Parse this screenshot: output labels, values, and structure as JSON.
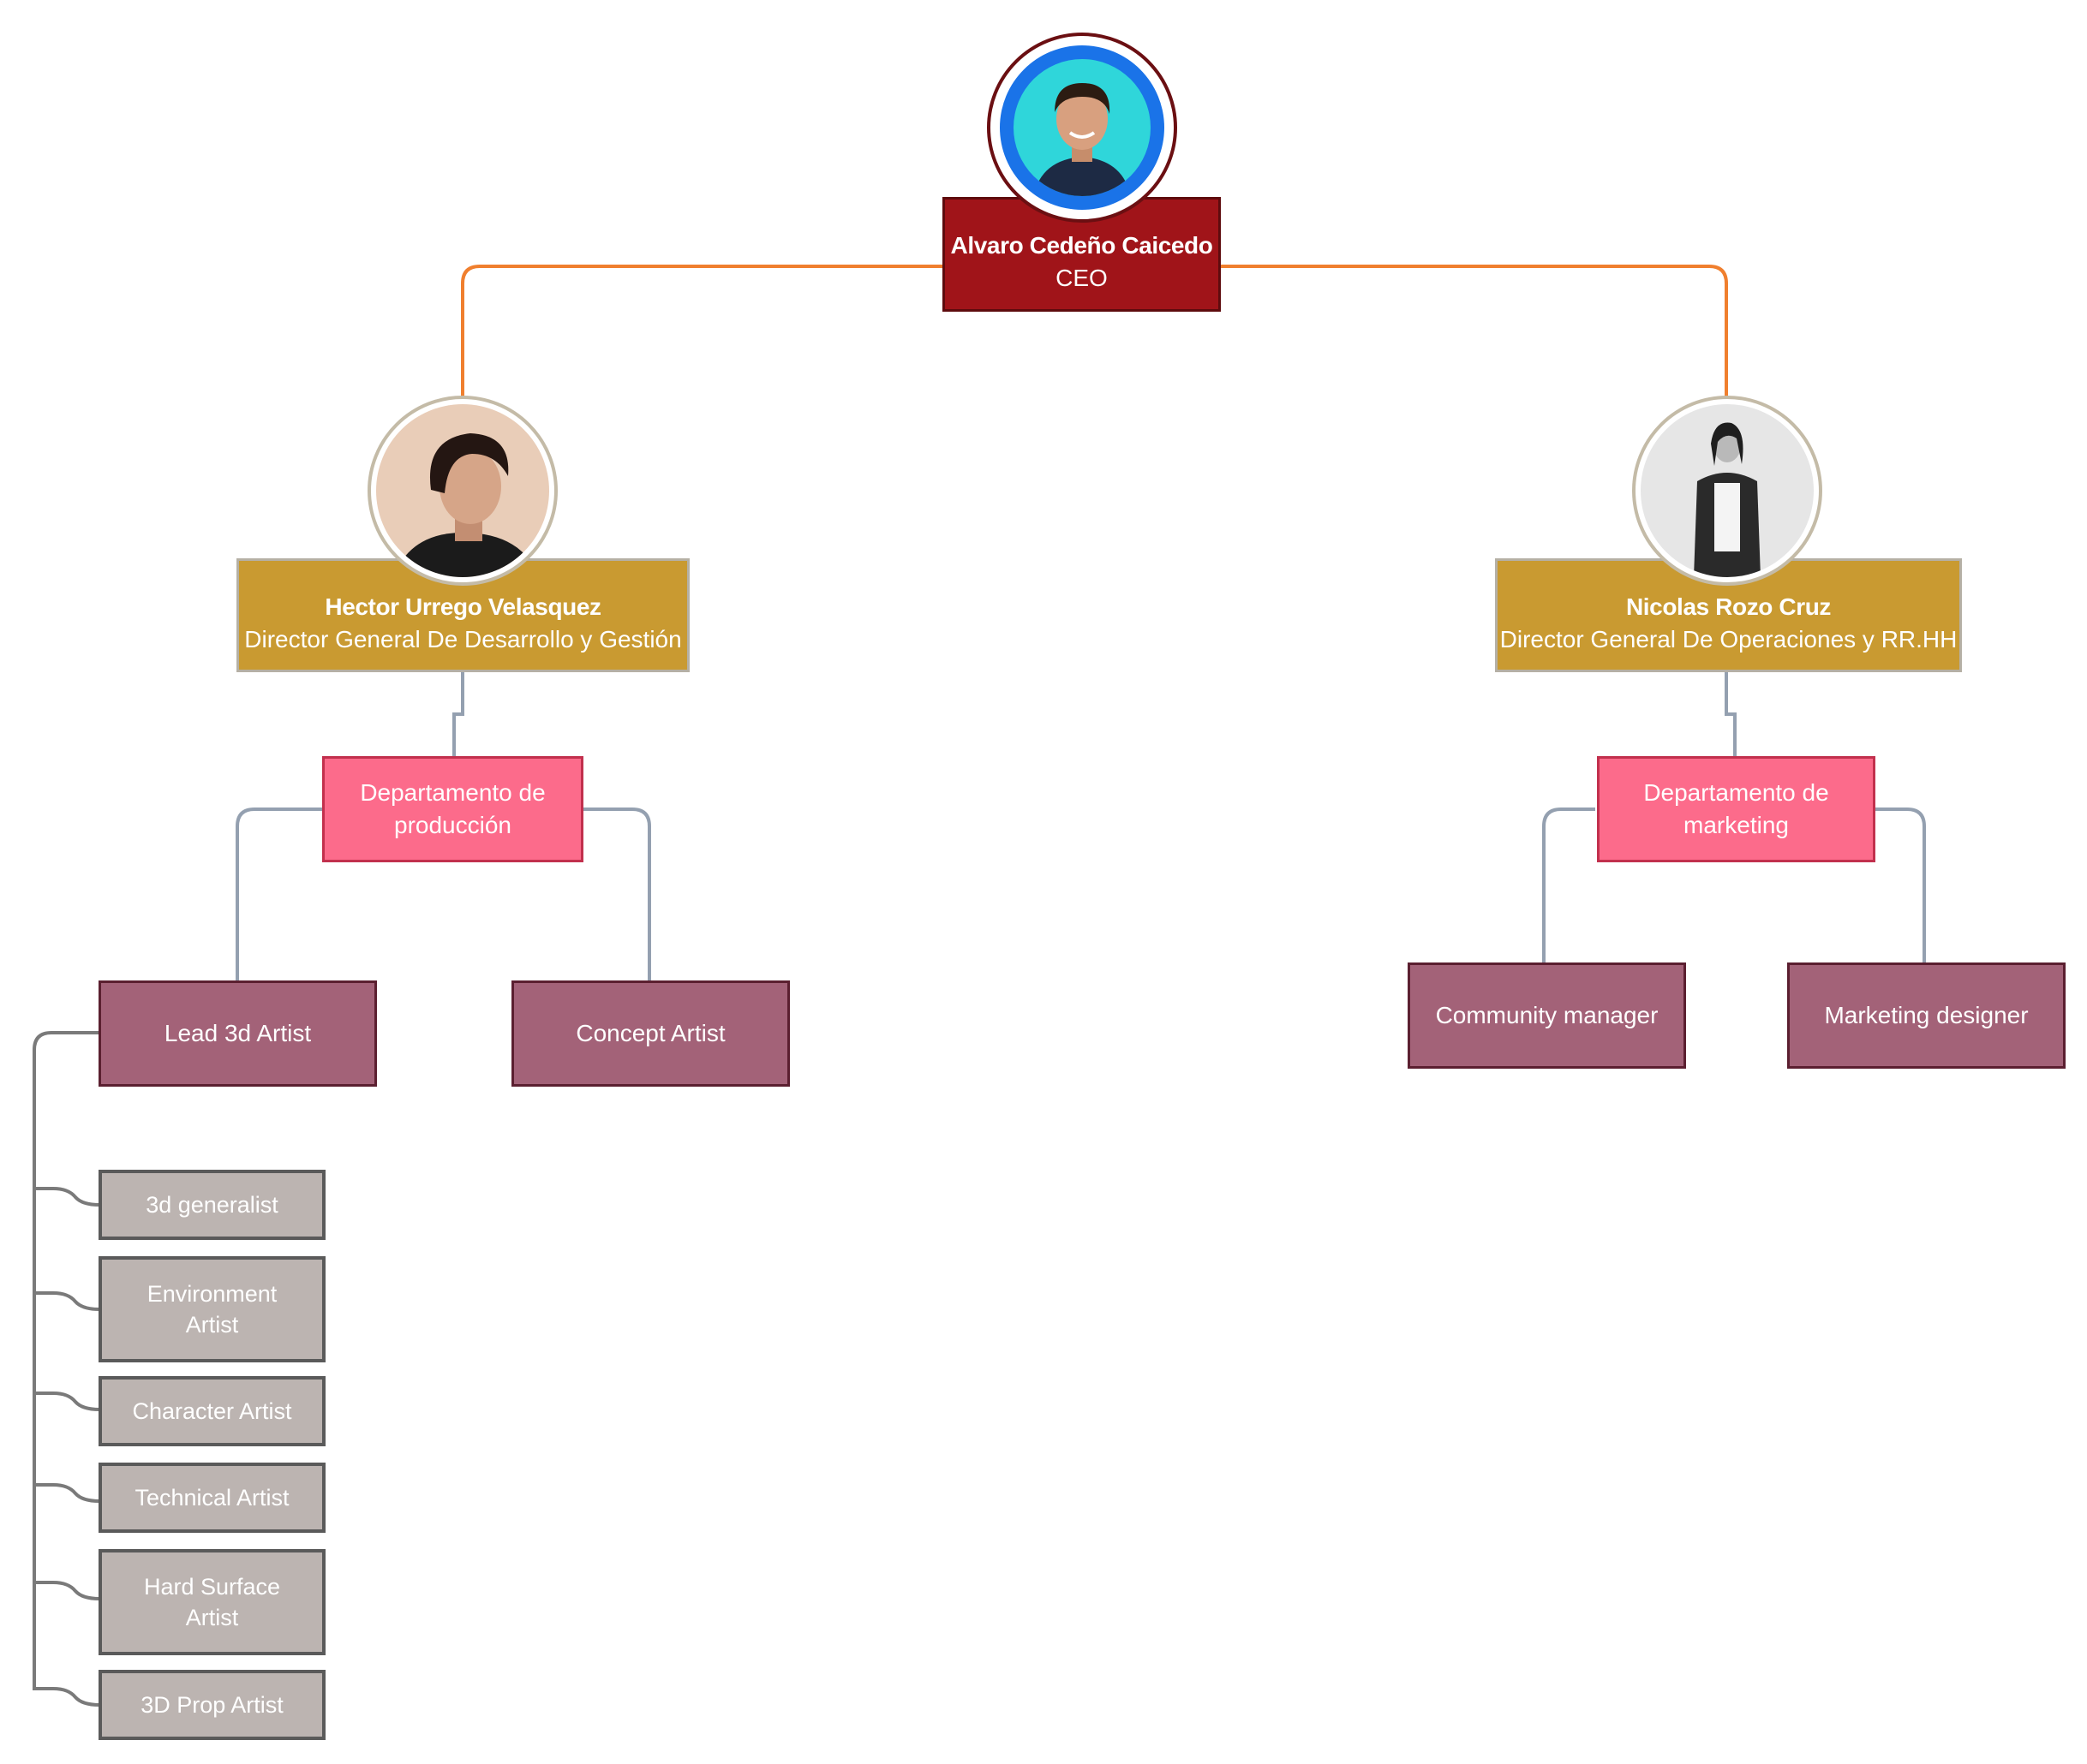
{
  "colors": {
    "ceo_fill": "#a01419",
    "director_fill": "#c99a31",
    "department_fill": "#fc6b8b",
    "role_fill": "#a36278",
    "subrole_fill": "#bcb4b1",
    "ceo_connector": "#f07f2e",
    "connector": "#94a0b0",
    "subrole_connector": "#7a7a7a"
  },
  "ceo": {
    "name": "Alvaro Cedeño Caicedo",
    "title": "CEO",
    "avatar_icon": "person-photo-icon"
  },
  "directors": [
    {
      "name": "Hector Urrego Velasquez",
      "title": "Director General De Desarrollo y Gestión",
      "avatar_icon": "person-photo-icon"
    },
    {
      "name": "Nicolas Rozo Cruz",
      "title": "Director General De Operaciones y RR.HH",
      "avatar_icon": "person-photo-icon"
    }
  ],
  "departments": [
    {
      "line1": "Departamento de",
      "line2": "producción"
    },
    {
      "line1": "Departamento de",
      "line2": "marketing"
    }
  ],
  "production_roles": [
    "Lead 3d Artist",
    "Concept Artist"
  ],
  "marketing_roles": [
    "Community manager",
    "Marketing designer"
  ],
  "lead_3d_subroles": [
    {
      "line1": "3d generalist",
      "line2": ""
    },
    {
      "line1": "Environment",
      "line2": "Artist"
    },
    {
      "line1": "Character Artist",
      "line2": ""
    },
    {
      "line1": "Technical Artist",
      "line2": ""
    },
    {
      "line1": "Hard Surface",
      "line2": "Artist"
    },
    {
      "line1": "3D Prop Artist",
      "line2": ""
    }
  ]
}
